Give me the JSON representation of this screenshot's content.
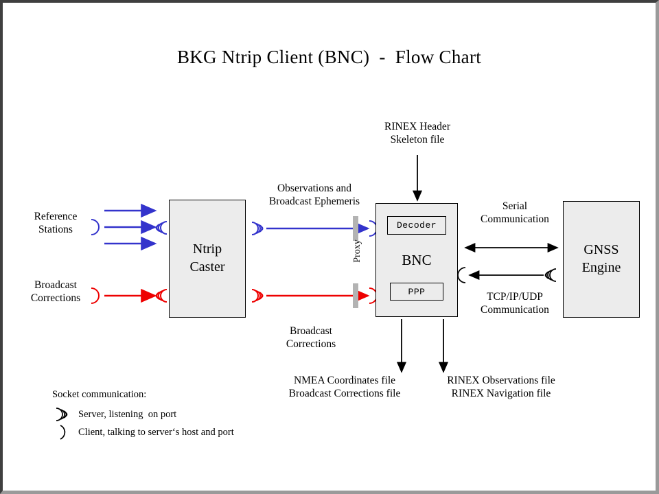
{
  "title": "BKG Ntrip Client (BNC)  -  Flow Chart",
  "nodes": {
    "caster": "Ntrip\nCaster",
    "bnc": "BNC",
    "bnc_decoder": "Decoder",
    "bnc_ppp": "PPP",
    "gnss": "GNSS\nEngine"
  },
  "labels": {
    "reference_stations": "Reference\nStations",
    "broadcast_corrections_src": "Broadcast\nCorrections",
    "observations_ephemeris": "Observations and\nBroadcast Ephemeris",
    "broadcast_corrections_flow": "Broadcast\nCorrections",
    "proxy": "Proxy",
    "rinex_header": "RINEX Header\nSkeleton file",
    "serial_communication": "Serial\nCommunication",
    "tcpip_communication": "TCP/IP/UDP\nCommunication",
    "out_nmea": "NMEA Coordinates file\nBroadcast Corrections file",
    "out_rinex": "RINEX Observations file\nRINEX Navigation file"
  },
  "legend": {
    "title": "Socket communication:",
    "items": [
      {
        "icon": "server-socket-icon",
        "text": "Server, listening  on port"
      },
      {
        "icon": "client-socket-icon",
        "text": "Client, talking to server‘s host and port"
      }
    ]
  },
  "colors": {
    "observation_flow": "#3333cc",
    "correction_flow": "#ee0000",
    "node_fill": "#ececec",
    "stroke": "#000000",
    "proxy_bar": "#b3b3b3",
    "frame_dark": "#3f3f3f",
    "frame_light": "#9a9a9a"
  }
}
